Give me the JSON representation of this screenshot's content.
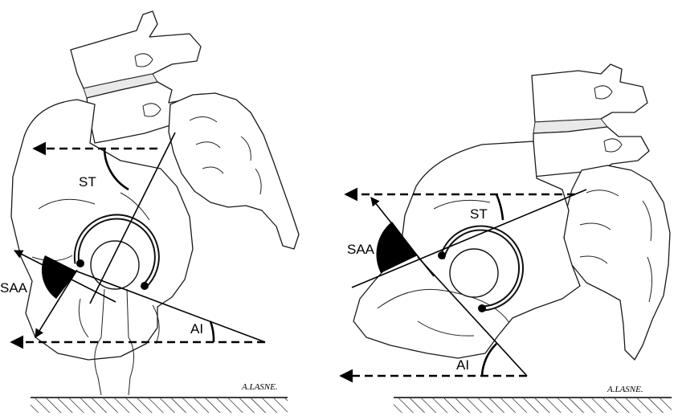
{
  "left_panel": {
    "labels": {
      "st": "ST",
      "saa": "SAA",
      "ai": "AI"
    },
    "signature": "A.LASNE."
  },
  "right_panel": {
    "labels": {
      "st": "ST",
      "saa": "SAA",
      "ai": "AI"
    },
    "signature": "A.LASNE."
  }
}
